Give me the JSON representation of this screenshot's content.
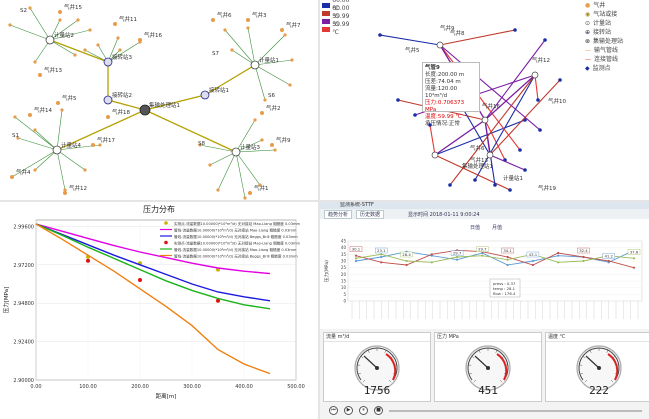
{
  "network_map": {
    "nodes": [
      {
        "id": "S2",
        "label": "S2"
      },
      {
        "id": "well15",
        "label": "气井15"
      },
      {
        "id": "well11",
        "label": "气井11"
      },
      {
        "id": "meter2",
        "label": "计量站2"
      },
      {
        "id": "well16",
        "label": "气井16"
      },
      {
        "id": "well13",
        "label": "气井13"
      },
      {
        "id": "collect3",
        "label": "接转站3"
      },
      {
        "id": "well6",
        "label": "气井6"
      },
      {
        "id": "well3",
        "label": "气井3"
      },
      {
        "id": "well7",
        "label": "气井7"
      },
      {
        "id": "S7",
        "label": "S7"
      },
      {
        "id": "meter1",
        "label": "计量站1"
      },
      {
        "id": "well5",
        "label": "气井5"
      },
      {
        "id": "well18",
        "label": "气井18"
      },
      {
        "id": "S6",
        "label": "S6"
      },
      {
        "id": "collect2",
        "label": "接转站2"
      },
      {
        "id": "collect1",
        "label": "接转站1"
      },
      {
        "id": "plant1",
        "label": "集输处理站1"
      },
      {
        "id": "well14",
        "label": "气井14"
      },
      {
        "id": "S1",
        "label": "S1"
      },
      {
        "id": "well17",
        "label": "气井17"
      },
      {
        "id": "well2",
        "label": "气井2"
      },
      {
        "id": "meter4",
        "label": "计量站4"
      },
      {
        "id": "S8",
        "label": "S8"
      },
      {
        "id": "well9",
        "label": "气井9"
      },
      {
        "id": "well4",
        "label": "气井4"
      },
      {
        "id": "meter3",
        "label": "计量站3"
      },
      {
        "id": "well12",
        "label": "气井12"
      },
      {
        "id": "well1",
        "label": "气井1"
      }
    ]
  },
  "temp_map": {
    "legend": [
      "60.00 ℃",
      "60.00 ℃",
      "59.99 ℃",
      "59.99 ℃"
    ],
    "legend_colors": [
      "#1a2ea8",
      "#c0392b",
      "#7b1fa2",
      "#e53935"
    ],
    "legend_right": [
      "气井",
      "气站或接",
      "计量站",
      "接转站",
      "集输处理站",
      "输气管线",
      "连接管线",
      "监测点"
    ],
    "tooltip": {
      "title": "气管9",
      "lines": [
        "长度:200.00 m",
        "压差:74.04 m",
        "流量:120.00 10⁴m³/d",
        "压力:0.706373 MPa",
        "温度:59.99 ℃",
        "承压情况:正常"
      ],
      "red_lines": [
        3,
        4
      ]
    },
    "labels": [
      "气井8",
      "气井6",
      "气井9",
      "气井12",
      "气井10",
      "气井16",
      "计量站1",
      "气井13",
      "气井19",
      "集输处理站1",
      "气井5"
    ]
  },
  "pressure_chart": {
    "chart_data": {
      "type": "line",
      "title": "压力分布",
      "xlabel": "距离[m]",
      "ylabel": "压力[MPa]",
      "xlim": [
        0,
        500
      ],
      "ylim": [
        2.9,
        3.0
      ],
      "x_ticks": [
        "0.00",
        "100.00",
        "200.00",
        "300.00",
        "400.00",
        "500.00"
      ],
      "y_ticks": [
        "2.90000",
        "2.92400",
        "2.94800",
        "2.97200",
        "2.99600"
      ],
      "series": [
        {
          "name": "实测点-流量数据10.00000(*10⁴m³/d) 无对接站 Mao-Liang 粗糙度 0.03mm",
          "type": "scatter",
          "color": "#c8b400",
          "x": [
            100,
            200,
            350
          ],
          "y": [
            2.977,
            2.973,
            2.969
          ]
        },
        {
          "name": "管线-流量数据10.00000(*10⁴m³/d) 无对接站 Mao-Liang 粗糙度 0.03mm",
          "type": "line",
          "color": "#e300e3",
          "x": [
            0,
            50,
            100,
            150,
            200,
            250,
            300,
            350,
            400,
            450
          ],
          "y": [
            2.9975,
            2.993,
            2.9885,
            2.984,
            2.98,
            2.9765,
            2.973,
            2.97,
            2.968,
            2.9665
          ]
        },
        {
          "name": "管线-流量数据10.00000(*10⁴m³/d) 无对接站 Beggs_Brill 粗糙度 0.03mm",
          "type": "line",
          "color": "#1a1ae0",
          "x": [
            0,
            50,
            100,
            150,
            200,
            250,
            300,
            350,
            400,
            450
          ],
          "y": [
            2.9975,
            2.991,
            2.9845,
            2.978,
            2.972,
            2.966,
            2.96,
            2.955,
            2.952,
            2.9495
          ]
        },
        {
          "name": "实测点-流量数据10.00000(*10⁴m³/d) 无对接站 Mao-Liang 粗糙度 0.03mm",
          "type": "scatter",
          "color": "#e01010",
          "x": [
            100,
            200,
            350
          ],
          "y": [
            2.9745,
            2.9625,
            2.9495
          ]
        },
        {
          "name": "管线-流量数据10.00000(*10⁴m³/d) 无对接站 Mao-Liang 粗糙度 0.03mm",
          "type": "line",
          "color": "#19b419",
          "x": [
            0,
            50,
            100,
            150,
            200,
            250,
            300,
            350,
            400,
            450
          ],
          "y": [
            2.9975,
            2.9905,
            2.983,
            2.976,
            2.969,
            2.962,
            2.956,
            2.951,
            2.947,
            2.9445
          ]
        },
        {
          "name": "管线-流量数据10.00000(*10⁴m³/d) 无对接站 Beggs_Brill 粗糙度 0.03mm",
          "type": "line",
          "color": "#f07f10",
          "x": [
            0,
            50,
            100,
            150,
            200,
            250,
            300,
            350,
            400,
            450
          ],
          "y": [
            2.9975,
            2.988,
            2.978,
            2.968,
            2.957,
            2.946,
            2.934,
            2.919,
            2.91,
            2.904
          ]
        }
      ]
    }
  },
  "monitor": {
    "title": "监测系统-STTF",
    "toolbar": [
      "趋势分析",
      "历史数据"
    ],
    "subtitle": "显示时间 2018-01-11 9:00:24",
    "chart_tabs": [
      "日值",
      "月值"
    ],
    "chart_data": {
      "type": "line",
      "ylabel": "压力(MPa)",
      "ylim": [
        0,
        45
      ],
      "y_ticks": [
        "0",
        "5",
        "10",
        "15",
        "20",
        "25",
        "30",
        "35",
        "40",
        "45"
      ],
      "series": [
        {
          "name": "press",
          "color": "#5b9bd5",
          "values": [
            30,
            33,
            37,
            34,
            31,
            36,
            27,
            30,
            34,
            33,
            29,
            38
          ]
        },
        {
          "name": "temp",
          "color": "#c0504d",
          "values": [
            34,
            29,
            27,
            35,
            38,
            37,
            33,
            27,
            36,
            33,
            30,
            25
          ]
        },
        {
          "name": "flow",
          "color": "#9bbb59",
          "values": [
            32,
            35,
            30,
            29,
            33,
            34,
            31,
            35,
            29,
            30,
            34,
            32
          ]
        }
      ],
      "data_labels": [
        "23.1",
        "34.1",
        "37.6",
        "29.7",
        "32.4",
        "28.4",
        "43.1",
        "30.1",
        "29.7",
        "41.2"
      ],
      "tooltip": [
        "press : 0.37",
        "temp : 28.1",
        "flow : 176.4"
      ]
    },
    "gauges": [
      {
        "label": "流量 m³/d",
        "value": "1756"
      },
      {
        "label": "压力 MPa",
        "value": "451"
      },
      {
        "label": "温度 ℃",
        "value": "222"
      }
    ]
  }
}
